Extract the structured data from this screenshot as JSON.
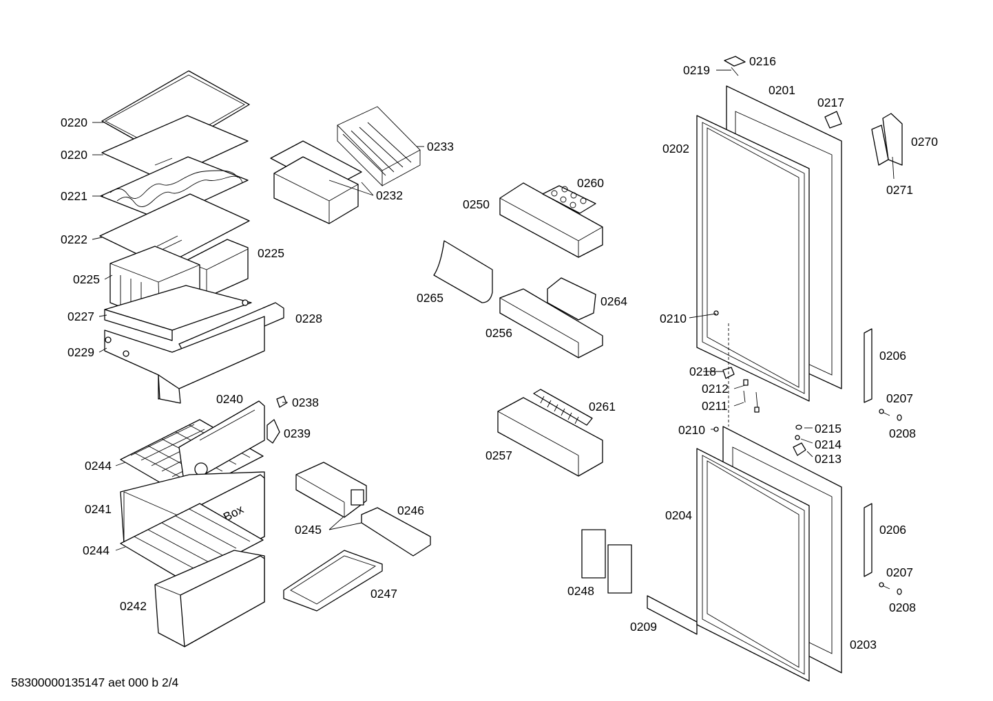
{
  "labels": {
    "l0220a": "0220",
    "l0220b": "0220",
    "l0221": "0221",
    "l0222": "0222",
    "l0225a": "0225",
    "l0225b": "0225",
    "l0227": "0227",
    "l0228": "0228",
    "l0229": "0229",
    "l0232": "0232",
    "l0233": "0233",
    "l0238": "0238",
    "l0239": "0239",
    "l0240": "0240",
    "l0241": "0241",
    "l0242": "0242",
    "l0244a": "0244",
    "l0244b": "0244",
    "l0245": "0245",
    "l0246": "0246",
    "l0247": "0247",
    "l0248": "0248",
    "l0250": "0250",
    "l0256": "0256",
    "l0257": "0257",
    "l0260": "0260",
    "l0261": "0261",
    "l0264": "0264",
    "l0265": "0265",
    "l0201": "0201",
    "l0202": "0202",
    "l0203": "0203",
    "l0204": "0204",
    "l0206a": "0206",
    "l0206b": "0206",
    "l0207a": "0207",
    "l0207b": "0207",
    "l0208a": "0208",
    "l0208b": "0208",
    "l0209": "0209",
    "l0210a": "0210",
    "l0210b": "0210",
    "l0211": "0211",
    "l0212": "0212",
    "l0213": "0213",
    "l0214": "0214",
    "l0215": "0215",
    "l0216": "0216",
    "l0217": "0217",
    "l0218": "0218",
    "l0219": "0219",
    "l0270": "0270",
    "l0271": "0271"
  },
  "bigbox_text": "BigBox",
  "footer": "58300000135147 aet 000 b 2/4"
}
